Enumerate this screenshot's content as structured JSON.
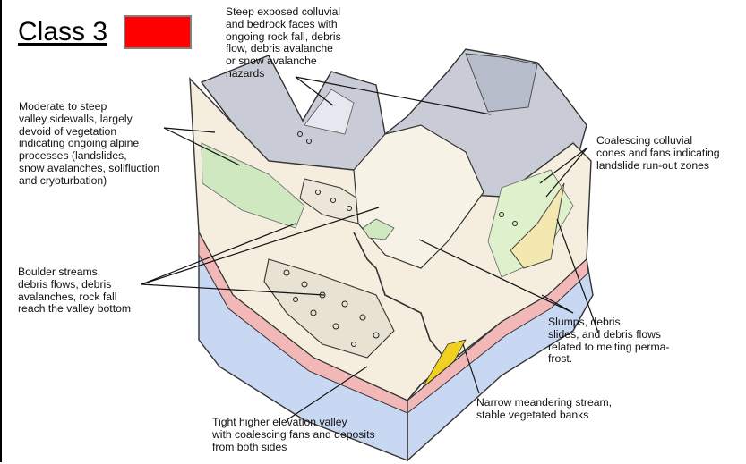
{
  "header": {
    "class_label": "Class 3",
    "class_color": "#ff0000"
  },
  "annotations": {
    "steep_faces": "Steep exposed colluvial\nand bedrock faces with\nongoing rock fall, debris\nflow, debris avalanche\nor snow avalanche\nhazards",
    "valley_sidewalls": "Moderate to steep\nvalley sidewalls, largely\ndevoid of vegetation\nindicating ongoing alpine\nprocesses (landslides,\nsnow avalanches, solifluction\nand cryoturbation)",
    "colluvial_cones": "Coalescing colluvial\ncones and fans indicating\nlandslide run-out zones",
    "boulder_streams": "Boulder streams,\ndebris flows, debris\navalanches, rock fall\nreach the valley bottom",
    "slumps": "Slumps, debris\nslides, and debris flows\nrelated to melting perma-\nfrost.",
    "meandering_stream": "Narrow meandering stream,\nstable vegetated banks",
    "tight_valley": "Tight higher elevation valley\nwith coalescing fans and deposits\nfrom both sides"
  },
  "colors": {
    "mountain_grey": "#c9ccd6",
    "valley_fill": "#f5eedf",
    "soil_pink": "#f2b8b8",
    "bedrock_blue": "#c9d8f2",
    "vegetation_green": "#cfe8c0",
    "stream_yellow": "#f0d020"
  }
}
